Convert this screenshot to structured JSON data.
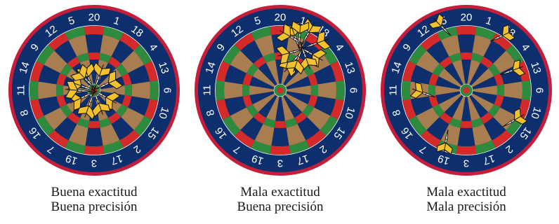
{
  "boards": [
    {
      "id": "board-1",
      "caption_line1": "Buena exactitud",
      "caption_line2": "Buena precisión",
      "grouping": "tight",
      "centered_on_bullseye": true
    },
    {
      "id": "board-2",
      "caption_line1": "Mala exactitud",
      "caption_line2": "Buena precisión",
      "grouping": "tight",
      "centered_on_bullseye": false
    },
    {
      "id": "board-3",
      "caption_line1": "Mala exactitud",
      "caption_line2": "Mala precisión",
      "grouping": "scattered",
      "centered_on_bullseye": false
    }
  ],
  "dartboard": {
    "numbers": [
      "20",
      "1",
      "18",
      "4",
      "13",
      "6",
      "10",
      "15",
      "2",
      "17",
      "3",
      "19",
      "7",
      "16",
      "8",
      "11",
      "14",
      "9",
      "12",
      "5"
    ],
    "colors": {
      "outer_ring": "#c41e3a",
      "number_ring": "#0d2f6e",
      "segment_dark": "#0d2f6e",
      "segment_light": "#a87d4f",
      "ring_red": "#d42a2a",
      "ring_green": "#2e8b3e",
      "bull_outer": "#2e8b3e",
      "bull_inner": "#d42a2a",
      "dart_flight": "#f2c12e",
      "dart_outline": "#111111"
    }
  }
}
